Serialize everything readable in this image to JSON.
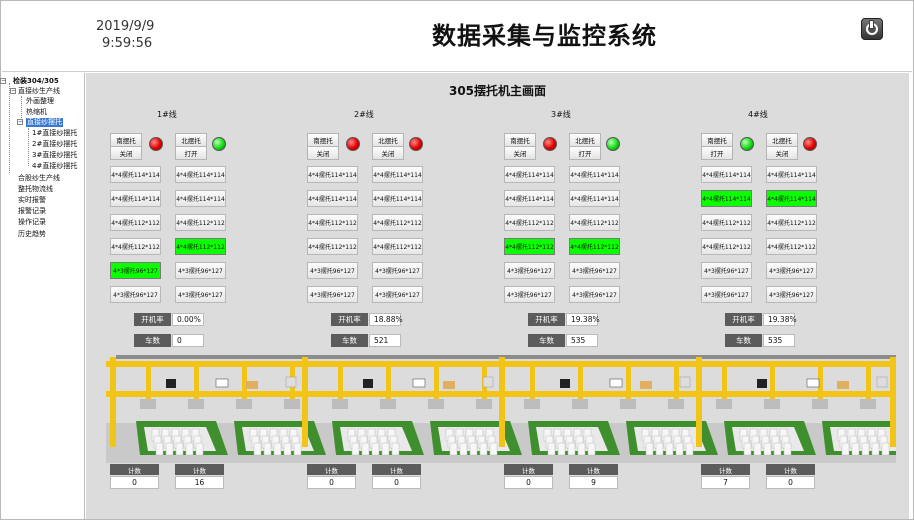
{
  "header": {
    "date": "2019/9/9",
    "time": "9:59:56",
    "title": "数据采集与监控系统",
    "exit_icon": "power-exit-icon"
  },
  "sidebar": {
    "items": [
      {
        "label": "检装304/305"
      },
      {
        "label": "直接纱生产线"
      },
      {
        "label": "外画整理"
      },
      {
        "label": "热缩机"
      },
      {
        "label": "直接纱摆托"
      },
      {
        "label": "1#直接纱摆托"
      },
      {
        "label": "2#直接纱摆托"
      },
      {
        "label": "3#直接纱摆托"
      },
      {
        "label": "4#直接纱摆托"
      },
      {
        "label": "合股纱生产线"
      },
      {
        "label": "整托物流线"
      },
      {
        "label": "实时报警"
      },
      {
        "label": "报警记录"
      },
      {
        "label": "操作记录"
      },
      {
        "label": "历史趋势"
      }
    ]
  },
  "main": {
    "title": "305摆托机主画面",
    "labels": {
      "rate": "开机率",
      "cars": "车数",
      "count": "计数"
    },
    "lines": [
      {
        "name": "1#线",
        "south": {
          "label": "南摆托",
          "state": "关闭",
          "lamp": "red"
        },
        "north": {
          "label": "北摆托",
          "state": "打开",
          "lamp": "green"
        },
        "left": [
          {
            "text": "4*4摆托114*114",
            "on": false
          },
          {
            "text": "4*4摆托114*114",
            "on": false
          },
          {
            "text": "4*4摆托112*112",
            "on": false
          },
          {
            "text": "4*4摆托112*112",
            "on": false
          },
          {
            "text": "4*3摆托96*127",
            "on": true
          },
          {
            "text": "4*3摆托96*127",
            "on": false
          }
        ],
        "right": [
          {
            "text": "4*4摆托114*114",
            "on": false
          },
          {
            "text": "4*4摆托114*114",
            "on": false
          },
          {
            "text": "4*4摆托112*112",
            "on": false
          },
          {
            "text": "4*4摆托112*112",
            "on": true
          },
          {
            "text": "4*3摆托96*127",
            "on": false
          },
          {
            "text": "4*3摆托96*127",
            "on": false
          }
        ],
        "rate": "0.00%",
        "cars": "0",
        "count_left": "0",
        "count_right": "16"
      },
      {
        "name": "2#线",
        "south": {
          "label": "南摆托",
          "state": "关闭",
          "lamp": "red"
        },
        "north": {
          "label": "北摆托",
          "state": "关闭",
          "lamp": "red"
        },
        "left": [
          {
            "text": "4*4摆托114*114",
            "on": false
          },
          {
            "text": "4*4摆托114*114",
            "on": false
          },
          {
            "text": "4*4摆托112*112",
            "on": false
          },
          {
            "text": "4*4摆托112*112",
            "on": false
          },
          {
            "text": "4*3摆托96*127",
            "on": false
          },
          {
            "text": "4*3摆托96*127",
            "on": false
          }
        ],
        "right": [
          {
            "text": "4*4摆托114*114",
            "on": false
          },
          {
            "text": "4*4摆托114*114",
            "on": false
          },
          {
            "text": "4*4摆托112*112",
            "on": false
          },
          {
            "text": "4*4摆托112*112",
            "on": false
          },
          {
            "text": "4*3摆托96*127",
            "on": false
          },
          {
            "text": "4*3摆托96*127",
            "on": false
          }
        ],
        "rate": "18.88%",
        "cars": "521",
        "count_left": "0",
        "count_right": "0"
      },
      {
        "name": "3#线",
        "south": {
          "label": "南摆托",
          "state": "关闭",
          "lamp": "red"
        },
        "north": {
          "label": "北摆托",
          "state": "打开",
          "lamp": "green"
        },
        "left": [
          {
            "text": "4*4摆托114*114",
            "on": false
          },
          {
            "text": "4*4摆托114*114",
            "on": false
          },
          {
            "text": "4*4摆托112*112",
            "on": false
          },
          {
            "text": "4*4摆托112*112",
            "on": true
          },
          {
            "text": "4*3摆托96*127",
            "on": false
          },
          {
            "text": "4*3摆托96*127",
            "on": false
          }
        ],
        "right": [
          {
            "text": "4*4摆托114*114",
            "on": false
          },
          {
            "text": "4*4摆托114*114",
            "on": false
          },
          {
            "text": "4*4摆托112*112",
            "on": false
          },
          {
            "text": "4*4摆托112*112",
            "on": true
          },
          {
            "text": "4*3摆托96*127",
            "on": false
          },
          {
            "text": "4*3摆托96*127",
            "on": false
          }
        ],
        "rate": "19.38%",
        "cars": "535",
        "count_left": "0",
        "count_right": "9"
      },
      {
        "name": "4#线",
        "south": {
          "label": "南摆托",
          "state": "打开",
          "lamp": "green"
        },
        "north": {
          "label": "北摆托",
          "state": "关闭",
          "lamp": "red"
        },
        "left": [
          {
            "text": "4*4摆托114*114",
            "on": false
          },
          {
            "text": "4*4摆托114*114",
            "on": true
          },
          {
            "text": "4*4摆托112*112",
            "on": false
          },
          {
            "text": "4*4摆托112*112",
            "on": false
          },
          {
            "text": "4*3摆托96*127",
            "on": false
          },
          {
            "text": "4*3摆托96*127",
            "on": false
          }
        ],
        "right": [
          {
            "text": "4*4摆托114*114",
            "on": false
          },
          {
            "text": "4*4摆托114*114",
            "on": true
          },
          {
            "text": "4*4摆托112*112",
            "on": false
          },
          {
            "text": "4*4摆托112*112",
            "on": false
          },
          {
            "text": "4*3摆托96*127",
            "on": false
          },
          {
            "text": "4*3摆托96*127",
            "on": false
          }
        ],
        "rate": "19.38%",
        "cars": "535",
        "count_left": "7",
        "count_right": "0"
      }
    ]
  },
  "colors": {
    "active_green": "#0bff00",
    "panel_bg": "#dcdcdc",
    "label_dark": "#5c5c5c",
    "frame_yellow": "#f2c418",
    "floor_green": "#3f8f2e",
    "selected_blue": "#3a78d0"
  }
}
